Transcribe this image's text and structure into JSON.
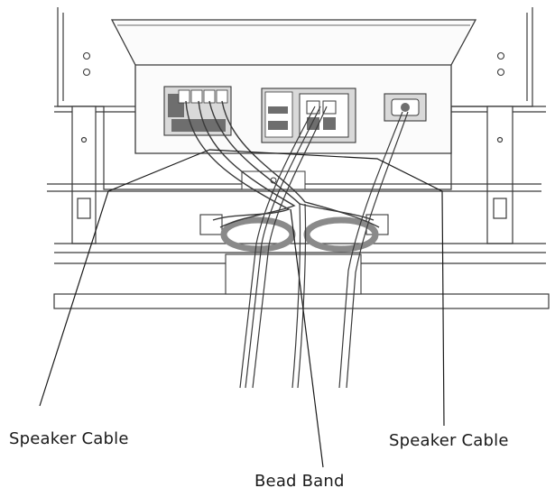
{
  "labels": {
    "speaker_cable_left": "Speaker Cable",
    "speaker_cable_right": "Speaker Cable",
    "bead_band": "Bead Band"
  },
  "colors": {
    "line": "#3a3a3a",
    "panel": "#d9d9d9",
    "panel_dark": "#6e6e6e",
    "ring": "#8a8a8a",
    "text": "#1a1a1a"
  }
}
